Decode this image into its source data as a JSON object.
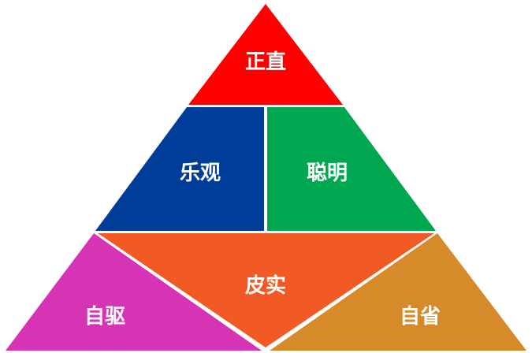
{
  "pyramid": {
    "segments": [
      {
        "key": "top",
        "label": "正直",
        "color": "#ff0000"
      },
      {
        "key": "middle-left",
        "label": "乐观",
        "color": "#003d99"
      },
      {
        "key": "middle-right",
        "label": "聪明",
        "color": "#00a650"
      },
      {
        "key": "bottom-center",
        "label": "皮实",
        "color": "#f15a24"
      },
      {
        "key": "bottom-left",
        "label": "自驱",
        "color": "#d633b5"
      },
      {
        "key": "bottom-right",
        "label": "自省",
        "color": "#d68a2a"
      }
    ],
    "divider_color": "#ffffff"
  }
}
